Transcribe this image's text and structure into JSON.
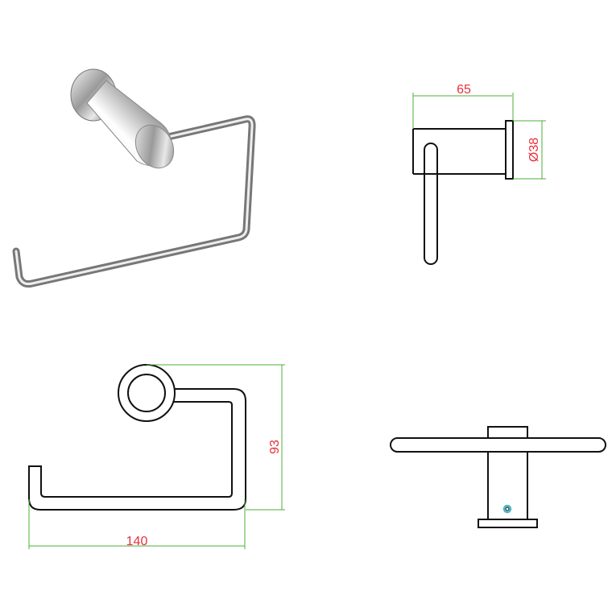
{
  "dimensions": {
    "depth": "65",
    "flange_diameter": "Ø38",
    "height": "93",
    "width": "140"
  },
  "colors": {
    "dimension_line": "#4caf3a",
    "dimension_text": "#e8303a",
    "outline": "#111111",
    "screw_highlight": "#4ab8c8"
  }
}
